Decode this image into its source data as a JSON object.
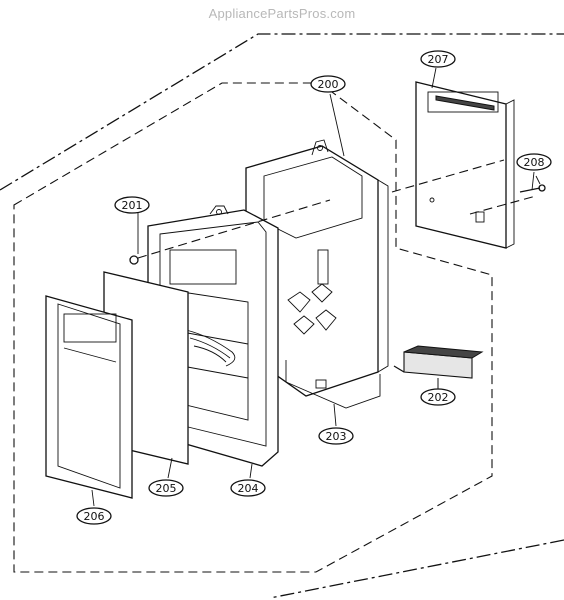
{
  "watermark": "AppliancePartsPros.com",
  "callouts": {
    "c200": "200",
    "c201": "201",
    "c202": "202",
    "c203": "203",
    "c204": "204",
    "c205": "205",
    "c206": "206",
    "c207": "207",
    "c208": "208"
  }
}
